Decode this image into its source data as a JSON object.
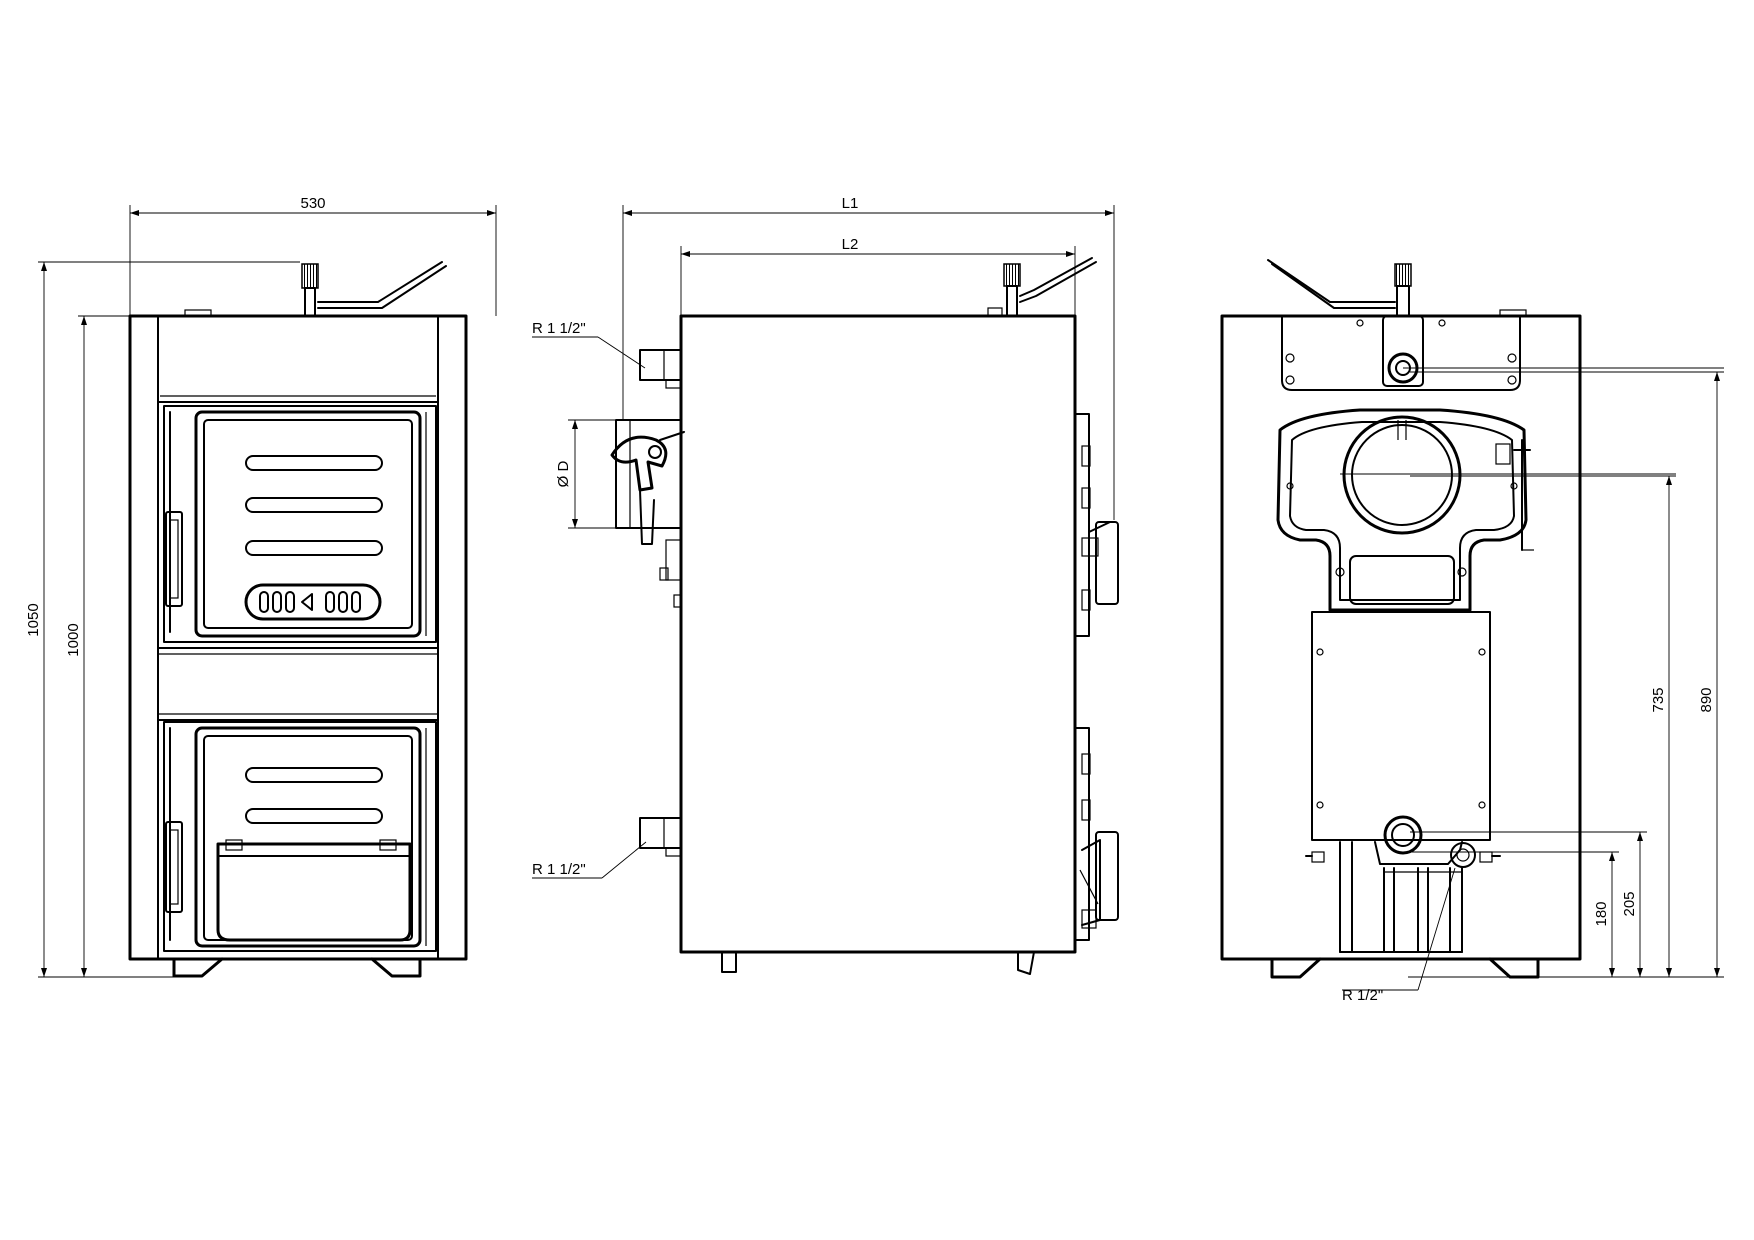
{
  "dimensions": {
    "width_530": "530",
    "height_1050": "1050",
    "height_1000": "1000",
    "length_L1": "L1",
    "length_L2": "L2",
    "flue_diameter": "Ø D",
    "height_890": "890",
    "height_735": "735",
    "height_205": "205",
    "height_180": "180"
  },
  "connections": {
    "supply_thread": "R 1 1/2\"",
    "return_thread": "R 1 1/2\"",
    "drain_thread": "R 1/2\""
  }
}
